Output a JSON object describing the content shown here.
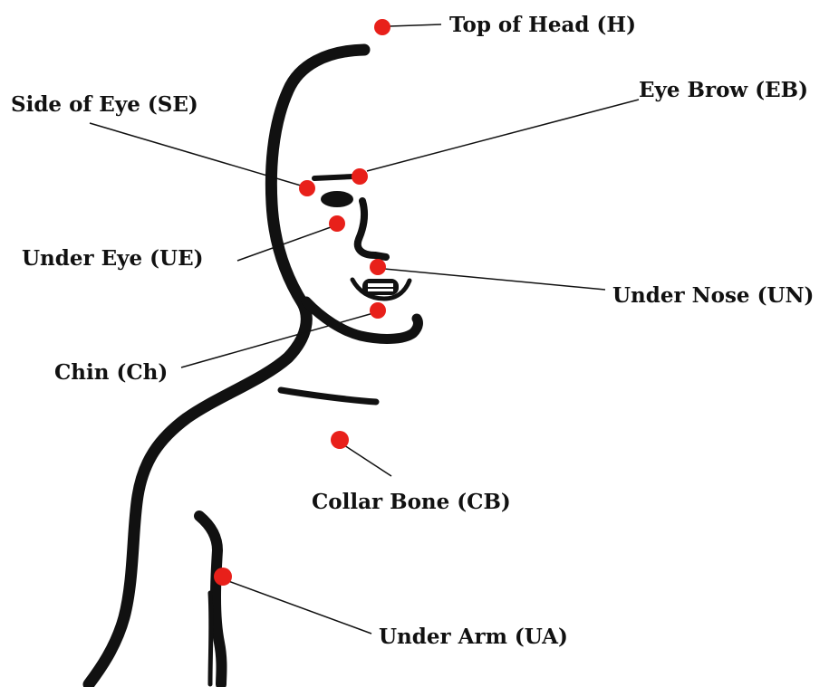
{
  "diagram": {
    "point_color": "#e8201a",
    "outline_color": "#111111",
    "points": [
      {
        "id": "H",
        "label": "Top of Head  (H)"
      },
      {
        "id": "EB",
        "label": "Eye Brow (EB)"
      },
      {
        "id": "SE",
        "label": "Side of Eye  (SE)"
      },
      {
        "id": "UE",
        "label": "Under Eye  (UE)"
      },
      {
        "id": "UN",
        "label": "Under Nose  (UN)"
      },
      {
        "id": "Ch",
        "label": "Chin (Ch)"
      },
      {
        "id": "CB",
        "label": "Collar Bone  (CB)"
      },
      {
        "id": "UA",
        "label": "Under Arm (UA)"
      }
    ]
  }
}
